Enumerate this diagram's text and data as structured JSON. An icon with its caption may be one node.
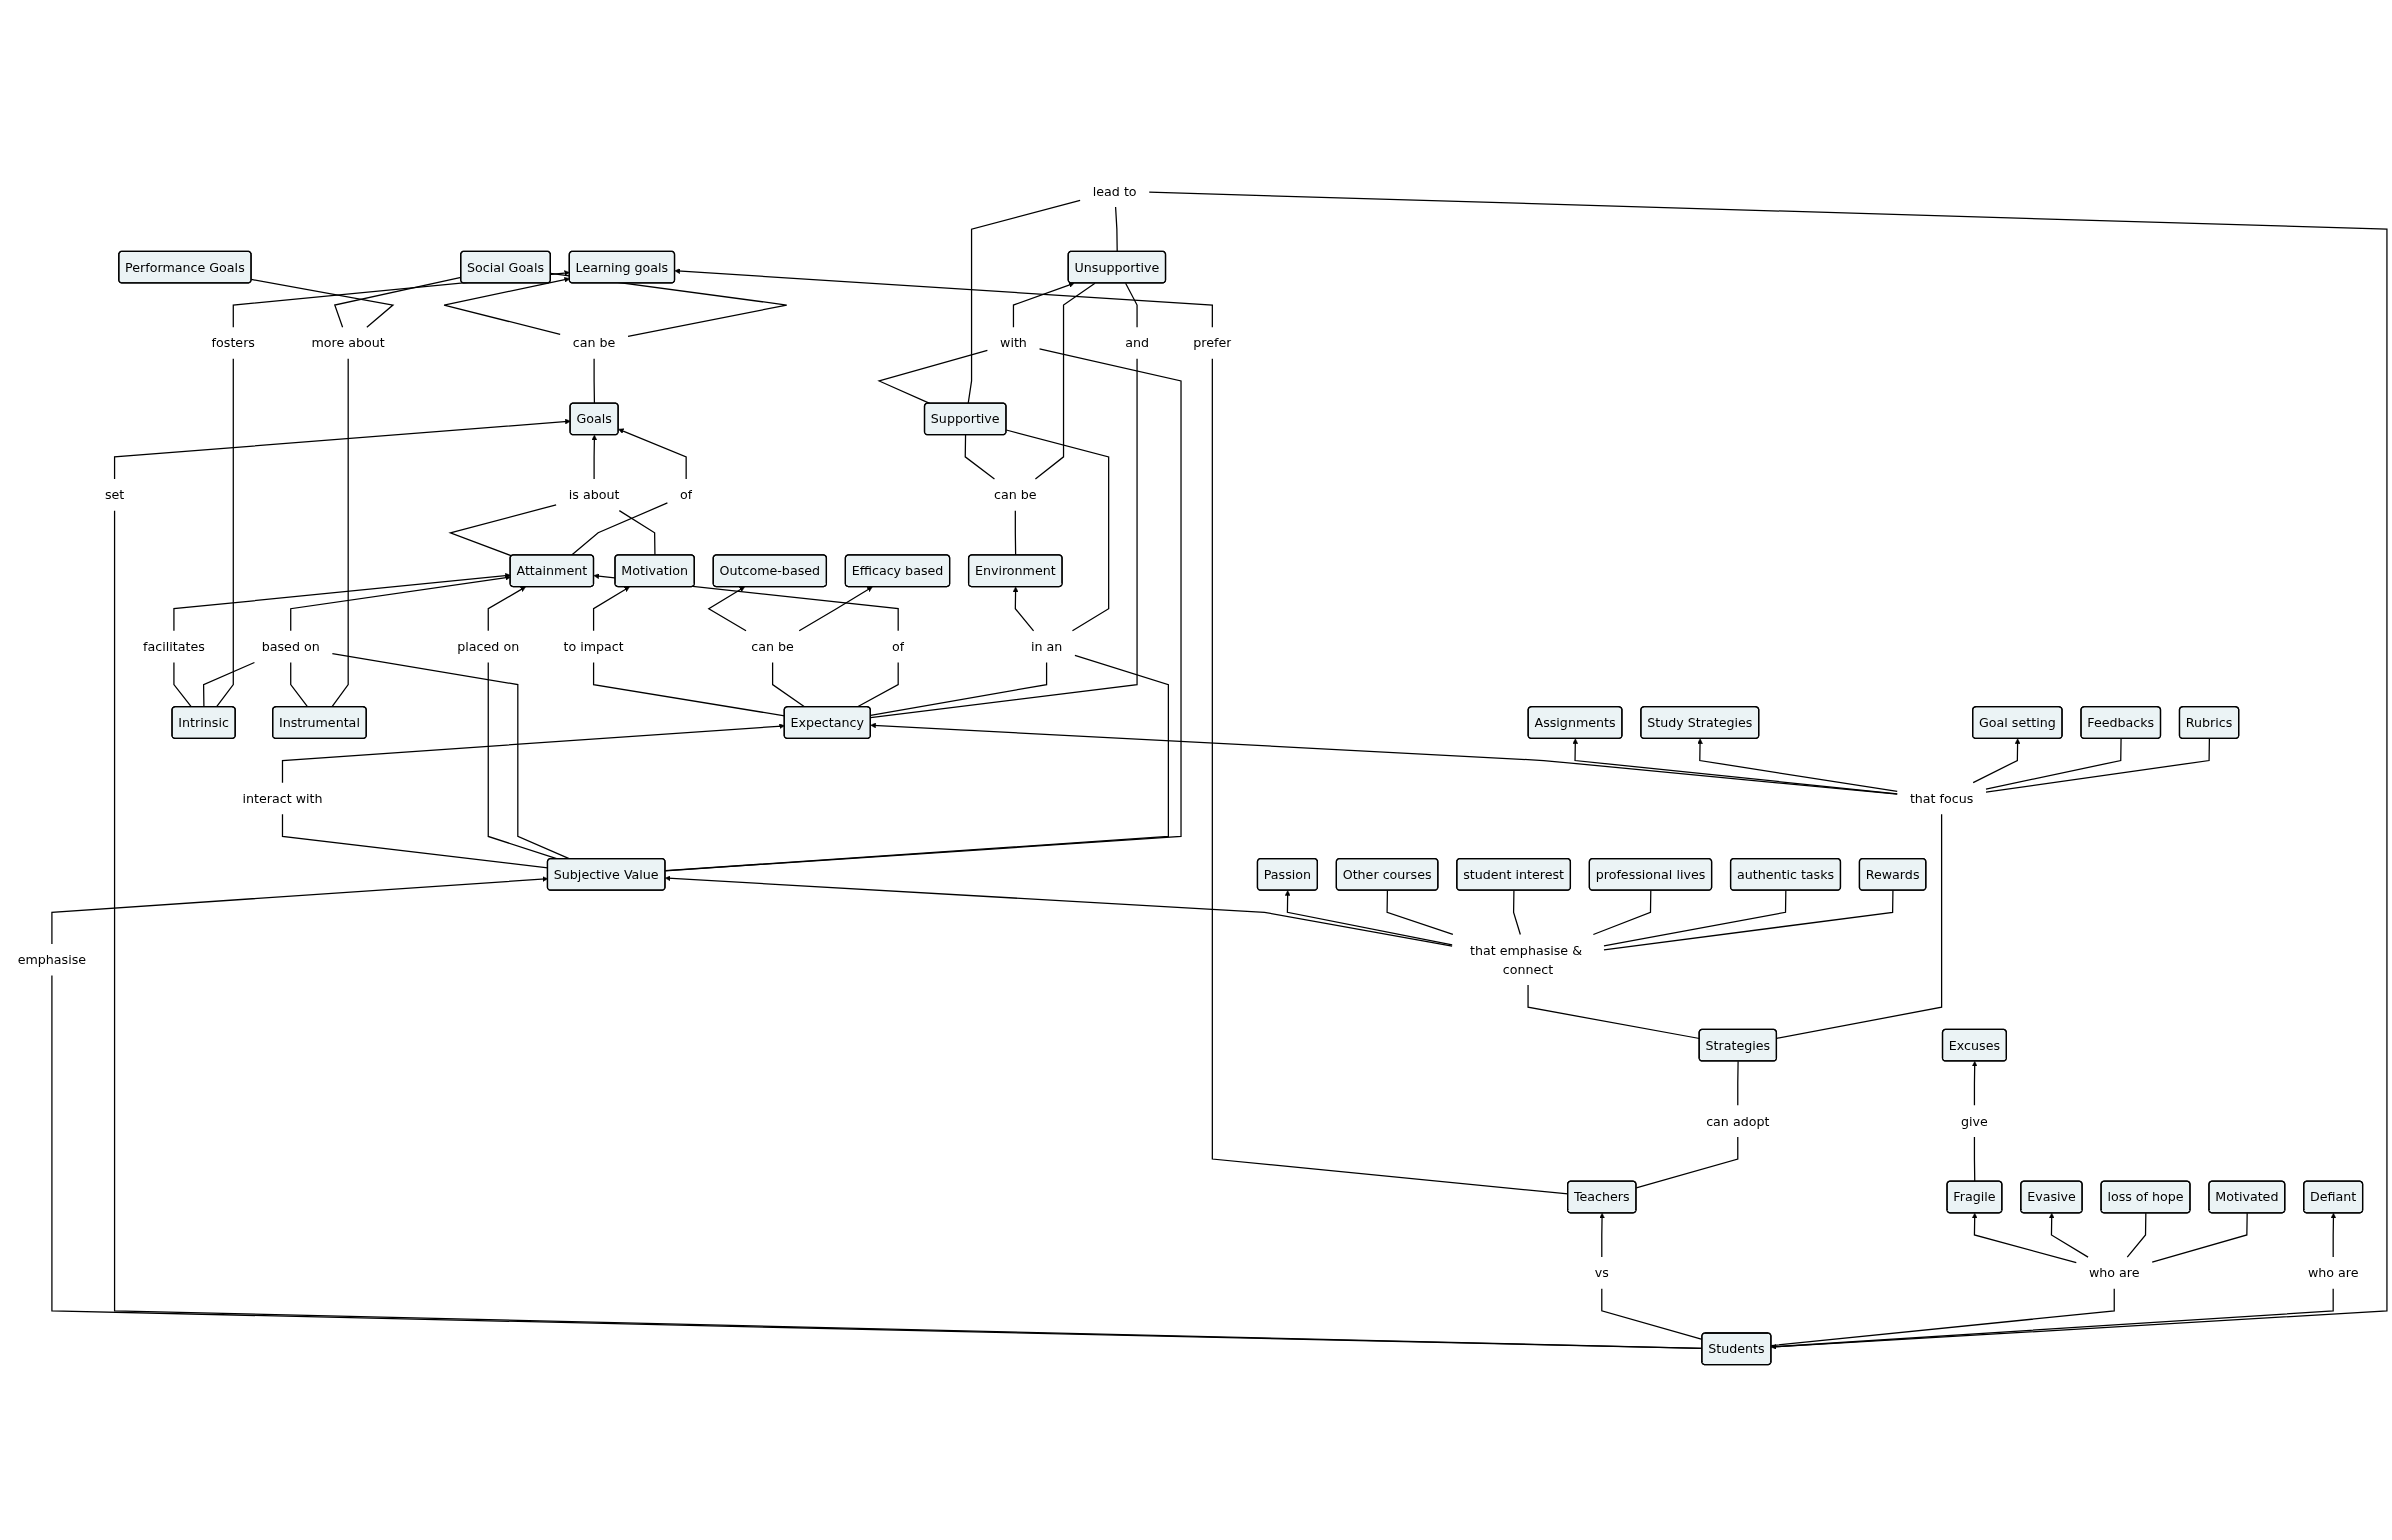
{
  "diagram": {
    "nodes": [
      {
        "text": [
          "is about"
        ]
      },
      {
        "text": [
          "Motivation"
        ]
      },
      {
        "text": [
          "Outcome-based"
        ]
      },
      {
        "text": [
          "Goals"
        ]
      },
      {
        "text": [
          "to impact"
        ]
      },
      {
        "text": [
          "can be"
        ]
      },
      {
        "text": [
          "of"
        ]
      },
      {
        "text": [
          "Attainment"
        ]
      },
      {
        "text": [
          "Expectancy"
        ]
      },
      {
        "text": [
          "Efficacy based"
        ]
      },
      {
        "text": [
          "of"
        ]
      },
      {
        "text": [
          "facilitates"
        ]
      },
      {
        "text": [
          "interact with"
        ]
      },
      {
        "text": [
          "Environment"
        ]
      },
      {
        "text": [
          "placed on"
        ]
      },
      {
        "text": [
          "Learning goals"
        ]
      },
      {
        "text": [
          "based on"
        ]
      },
      {
        "text": [
          "in an"
        ]
      },
      {
        "text": [
          "and"
        ]
      },
      {
        "text": [
          "can be"
        ]
      },
      {
        "text": [
          "Subjective Value"
        ]
      },
      {
        "text": [
          "with"
        ]
      },
      {
        "text": [
          "fosters"
        ]
      },
      {
        "text": [
          "Intrinsic"
        ]
      },
      {
        "text": [
          "Unsupportive"
        ]
      },
      {
        "text": [
          "can be"
        ]
      },
      {
        "text": [
          "emphasise"
        ]
      },
      {
        "text": [
          "set"
        ]
      },
      {
        "text": [
          "Supportive"
        ]
      },
      {
        "text": [
          "prefer"
        ]
      },
      {
        "text": [
          "Instrumental"
        ]
      },
      {
        "text": [
          "Students"
        ]
      },
      {
        "text": [
          "lead to"
        ]
      },
      {
        "text": [
          "vs"
        ]
      },
      {
        "text": [
          "more about"
        ]
      },
      {
        "text": [
          "Excuses"
        ]
      },
      {
        "text": [
          "Teachers"
        ]
      },
      {
        "text": [
          "Fragile"
        ]
      },
      {
        "text": [
          "give"
        ]
      },
      {
        "text": [
          "who are"
        ]
      },
      {
        "text": [
          "Social Goals"
        ]
      },
      {
        "text": [
          "who are"
        ]
      },
      {
        "text": [
          "can adopt"
        ]
      },
      {
        "text": [
          "loss of hope"
        ]
      },
      {
        "text": [
          "Evasive"
        ]
      },
      {
        "text": [
          "Defiant"
        ]
      },
      {
        "text": [
          "Performance Goals"
        ]
      },
      {
        "text": [
          "Strategies"
        ]
      },
      {
        "text": [
          "Motivated"
        ]
      },
      {
        "text": [
          "Assignments"
        ]
      },
      {
        "text": [
          "that emphasise & connect"
        ]
      },
      {
        "text": [
          "that focus"
        ]
      },
      {
        "text": [
          "Study Strategies"
        ]
      },
      {
        "text": [
          "Passion"
        ]
      },
      {
        "text": [
          "Feedbacks"
        ]
      },
      {
        "text": [
          "Goal setting"
        ]
      },
      {
        "text": [
          "Other courses"
        ]
      },
      {
        "text": [
          "professional lives"
        ]
      },
      {
        "text": [
          "student interest"
        ]
      },
      {
        "text": [
          "authentic tasks"
        ]
      },
      {
        "text": [
          "Rewards"
        ]
      },
      {
        "text": [
          "Rubrics"
        ]
      }
    ],
    "edges": [
      {
        "from": 1,
        "to": 0,
        "arrow": "none"
      },
      {
        "from": 7,
        "to": 0,
        "arrow": "none"
      },
      {
        "from": 0,
        "to": 3,
        "arrow": "to"
      },
      {
        "from": 7,
        "to": 6,
        "arrow": "none"
      },
      {
        "from": 6,
        "to": 3,
        "arrow": "to"
      },
      {
        "from": 8,
        "to": 4,
        "arrow": "none"
      },
      {
        "from": 4,
        "to": 1,
        "arrow": "to"
      },
      {
        "from": 8,
        "to": 5,
        "arrow": "none"
      },
      {
        "from": 5,
        "to": 2,
        "arrow": "to"
      },
      {
        "from": 5,
        "to": 9,
        "arrow": "to"
      },
      {
        "from": 8,
        "to": 10,
        "arrow": "none"
      },
      {
        "from": 10,
        "to": 7,
        "arrow": "to"
      },
      {
        "from": 23,
        "to": 11,
        "arrow": "none"
      },
      {
        "from": 11,
        "to": 7,
        "arrow": "to"
      },
      {
        "from": 20,
        "to": 12,
        "arrow": "none"
      },
      {
        "from": 12,
        "to": 8,
        "arrow": "to"
      },
      {
        "from": 20,
        "to": 14,
        "arrow": "none"
      },
      {
        "from": 14,
        "to": 7,
        "arrow": "to"
      },
      {
        "from": 20,
        "to": 16,
        "arrow": "none"
      },
      {
        "from": 23,
        "to": 16,
        "arrow": "none"
      },
      {
        "from": 30,
        "to": 16,
        "arrow": "none"
      },
      {
        "from": 16,
        "to": 7,
        "arrow": "to"
      },
      {
        "from": 20,
        "to": 17,
        "arrow": "none"
      },
      {
        "from": 8,
        "to": 17,
        "arrow": "none"
      },
      {
        "from": 28,
        "to": 17,
        "arrow": "none"
      },
      {
        "from": 17,
        "to": 13,
        "arrow": "to"
      },
      {
        "from": 8,
        "to": 18,
        "arrow": "none"
      },
      {
        "from": 18,
        "to": 24,
        "arrow": "none"
      },
      {
        "from": 13,
        "to": 19,
        "arrow": "none"
      },
      {
        "from": 19,
        "to": 28,
        "arrow": "none"
      },
      {
        "from": 19,
        "to": 24,
        "arrow": "none"
      },
      {
        "from": 20,
        "to": 21,
        "arrow": "none"
      },
      {
        "from": 28,
        "to": 21,
        "arrow": "none"
      },
      {
        "from": 21,
        "to": 24,
        "arrow": "to"
      },
      {
        "from": 23,
        "to": 22,
        "arrow": "none"
      },
      {
        "from": 22,
        "to": 15,
        "arrow": "to"
      },
      {
        "from": 3,
        "to": 25,
        "arrow": "none"
      },
      {
        "from": 25,
        "to": 15,
        "arrow": "to"
      },
      {
        "from": 25,
        "to": 40,
        "arrow": "none"
      },
      {
        "from": 31,
        "to": 26,
        "arrow": "none"
      },
      {
        "from": 26,
        "to": 20,
        "arrow": "to"
      },
      {
        "from": 31,
        "to": 27,
        "arrow": "none"
      },
      {
        "from": 27,
        "to": 3,
        "arrow": "to"
      },
      {
        "from": 36,
        "to": 29,
        "arrow": "none"
      },
      {
        "from": 29,
        "to": 15,
        "arrow": "to"
      },
      {
        "from": 28,
        "to": 32,
        "arrow": "none"
      },
      {
        "from": 24,
        "to": 32,
        "arrow": "none"
      },
      {
        "from": 32,
        "to": 31,
        "arrow": "to"
      },
      {
        "from": 31,
        "to": 33,
        "arrow": "none"
      },
      {
        "from": 33,
        "to": 36,
        "arrow": "to"
      },
      {
        "from": 30,
        "to": 34,
        "arrow": "none"
      },
      {
        "from": 34,
        "to": 40,
        "arrow": "none"
      },
      {
        "from": 34,
        "to": 46,
        "arrow": "none"
      },
      {
        "from": 37,
        "to": 38,
        "arrow": "none"
      },
      {
        "from": 38,
        "to": 35,
        "arrow": "to"
      },
      {
        "from": 31,
        "to": 39,
        "arrow": "none"
      },
      {
        "from": 39,
        "to": 37,
        "arrow": "to"
      },
      {
        "from": 39,
        "to": 44,
        "arrow": "to"
      },
      {
        "from": 39,
        "to": 43,
        "arrow": "none"
      },
      {
        "from": 39,
        "to": 48,
        "arrow": "none"
      },
      {
        "from": 31,
        "to": 41,
        "arrow": "none"
      },
      {
        "from": 41,
        "to": 45,
        "arrow": "to"
      },
      {
        "from": 36,
        "to": 42,
        "arrow": "none"
      },
      {
        "from": 42,
        "to": 47,
        "arrow": "none"
      },
      {
        "from": 47,
        "to": 50,
        "arrow": "none"
      },
      {
        "from": 50,
        "to": 20,
        "arrow": "to"
      },
      {
        "from": 50,
        "to": 53,
        "arrow": "to"
      },
      {
        "from": 50,
        "to": 56,
        "arrow": "none"
      },
      {
        "from": 50,
        "to": 58,
        "arrow": "none"
      },
      {
        "from": 50,
        "to": 57,
        "arrow": "none"
      },
      {
        "from": 50,
        "to": 59,
        "arrow": "none"
      },
      {
        "from": 50,
        "to": 60,
        "arrow": "none"
      },
      {
        "from": 47,
        "to": 51,
        "arrow": "none"
      },
      {
        "from": 51,
        "to": 8,
        "arrow": "to"
      },
      {
        "from": 51,
        "to": 49,
        "arrow": "to"
      },
      {
        "from": 51,
        "to": 52,
        "arrow": "to"
      },
      {
        "from": 51,
        "to": 55,
        "arrow": "to"
      },
      {
        "from": 51,
        "to": 54,
        "arrow": "none"
      },
      {
        "from": 51,
        "to": 61,
        "arrow": "none"
      }
    ]
  }
}
